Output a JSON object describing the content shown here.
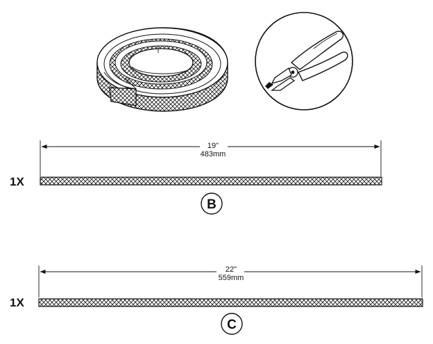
{
  "parts": [
    {
      "id": "B",
      "quantity": "1X",
      "length_in": "19\"",
      "length_mm": "483mm",
      "label": "B"
    },
    {
      "id": "C",
      "quantity": "1X",
      "length_in": "22\"",
      "length_mm": "559mm",
      "label": "C"
    }
  ],
  "illustrations": {
    "roll": "tape-roll-icon",
    "tool": "side-cutter-pliers-icon"
  },
  "colors": {
    "ink": "#111111",
    "background": "#ffffff"
  }
}
